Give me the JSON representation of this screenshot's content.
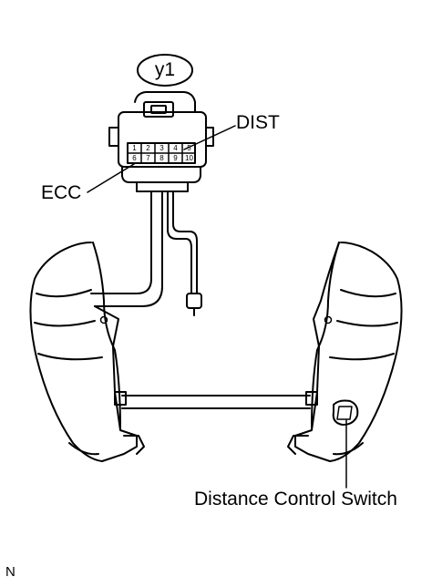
{
  "connector": {
    "id": "y1",
    "pins_top": [
      "1",
      "2",
      "3",
      "4",
      "5"
    ],
    "pins_bottom": [
      "6",
      "7",
      "8",
      "9",
      "10"
    ]
  },
  "callouts": {
    "dist": "DIST",
    "ecc": "ECC",
    "switch": "Distance Control Switch"
  },
  "corner_mark": "N"
}
